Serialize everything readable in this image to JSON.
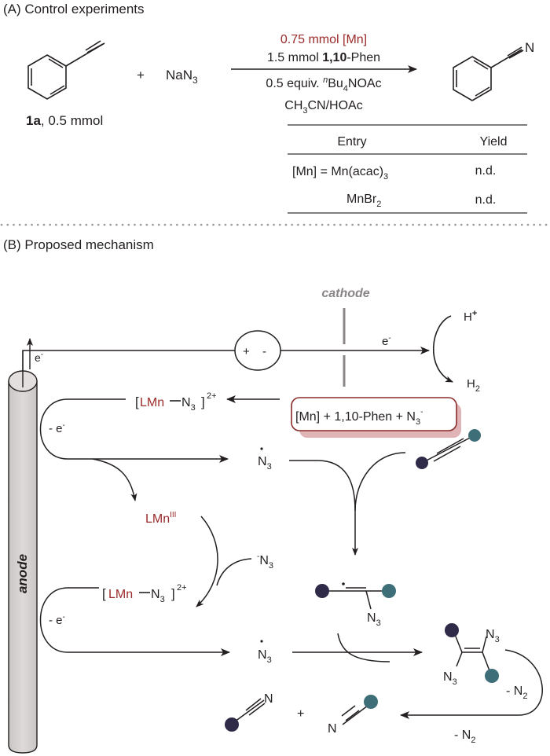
{
  "section_a": {
    "title": "(A) Control experiments",
    "substrate_label_bold": "1a",
    "substrate_label_rest": ", 0.5 mmol",
    "plus": "+",
    "reagent": "NaN",
    "reagent_sub": "3",
    "conditions": {
      "line1": "0.75 mmol [Mn]",
      "line2_pre": "1.5 mmol ",
      "line2_bold": "1,10",
      "line2_post": "-Phen",
      "line3_pre": "0.5 equiv. ",
      "line3_sup": "n",
      "line3_mid": "Bu",
      "line3_sub": "4",
      "line3_post": "NOAc",
      "line4_pre": "CH",
      "line4_sub": "3",
      "line4_post": "CN/HOAc"
    },
    "product_atom": "N",
    "table": {
      "headers": [
        "Entry",
        "Yield"
      ],
      "rows": [
        {
          "entry_pre": "[Mn] = Mn(acac)",
          "entry_sub": "3",
          "yield": "n.d."
        },
        {
          "entry_pre": "MnBr",
          "entry_sub": "2",
          "yield": "n.d."
        }
      ]
    }
  },
  "section_b": {
    "title": "(B) Proposed mechanism",
    "cathode_label": "cathode",
    "anode_label": "anode",
    "power_source": {
      "plus": "+",
      "minus": "-"
    },
    "electron": "e",
    "electron_sup": "-",
    "minus_electron": "- e",
    "h_plus": "H",
    "h_plus_sup": "+",
    "h2": "H",
    "h2_sub": "2",
    "start_box": {
      "pre": "[Mn] + 1,10-Phen + N",
      "sub": "3",
      "sup": "-"
    },
    "complex": {
      "lmn": "LMn",
      "n3": "N",
      "n3_sub": "3",
      "charge": "2+"
    },
    "azide_radical": {
      "n": "N",
      "sub": "3"
    },
    "lmn_iii": {
      "base": "LMn",
      "sup": "III"
    },
    "azide_anion": {
      "sup": "-",
      "n": "N",
      "sub": "3"
    },
    "n3_label": {
      "n": "N",
      "sub": "3"
    },
    "minus_n2": {
      "pre": "- N",
      "sub": "2"
    },
    "nitrile_atom": "N",
    "plus": "+"
  },
  "colors": {
    "ink": "#231f20",
    "accent_red": "#9b2a2a",
    "box_shadow": "#e0b4b6",
    "electrode_fill": "#d6d2d1",
    "cathode_grey": "#8a8586",
    "ball_dark": "#2e2a48",
    "ball_teal": "#3e6f79",
    "divider": "#9a9a9a"
  }
}
